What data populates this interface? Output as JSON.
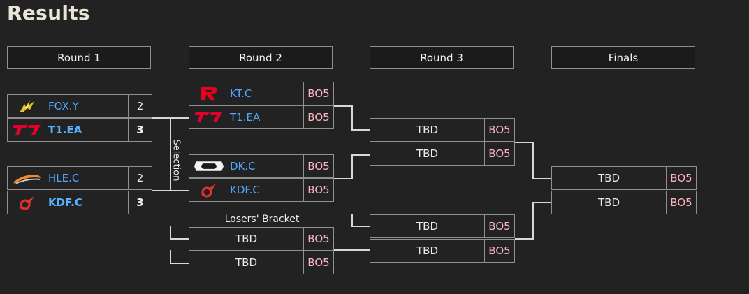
{
  "page": {
    "title": "Results"
  },
  "rounds": [
    "Round 1",
    "Round 2",
    "Round 3",
    "Finals"
  ],
  "labels": {
    "selection": "Selection",
    "losers_bracket": "Losers' Bracket"
  },
  "round1": [
    {
      "team": "FOX.Y",
      "score": "2",
      "win": false,
      "logo": "fox-logo-icon"
    },
    {
      "team": "T1.EA",
      "score": "3",
      "win": true,
      "logo": "t1-logo-icon"
    },
    {
      "team": "HLE.C",
      "score": "2",
      "win": false,
      "logo": "hle-logo-icon"
    },
    {
      "team": "KDF.C",
      "score": "3",
      "win": true,
      "logo": "kdf-logo-icon"
    }
  ],
  "round2": [
    {
      "team": "KT.C",
      "format": "BO5",
      "logo": "kt-logo-icon"
    },
    {
      "team": "T1.EA",
      "format": "BO5",
      "logo": "t1-logo-icon"
    },
    {
      "team": "DK.C",
      "format": "BO5",
      "logo": "dk-logo-icon"
    },
    {
      "team": "KDF.C",
      "format": "BO5",
      "logo": "kdf-logo-icon"
    },
    {
      "team": "TBD",
      "format": "BO5"
    },
    {
      "team": "TBD",
      "format": "BO5"
    }
  ],
  "round3": [
    {
      "team": "TBD",
      "format": "BO5"
    },
    {
      "team": "TBD",
      "format": "BO5"
    },
    {
      "team": "TBD",
      "format": "BO5"
    },
    {
      "team": "TBD",
      "format": "BO5"
    }
  ],
  "finals": [
    {
      "team": "TBD",
      "format": "BO5"
    },
    {
      "team": "TBD",
      "format": "BO5"
    }
  ],
  "colors": {
    "background": "#222222",
    "team_link": "#4fa8ff",
    "format_text": "#ffb3c3",
    "border": "#8f8f8f"
  }
}
